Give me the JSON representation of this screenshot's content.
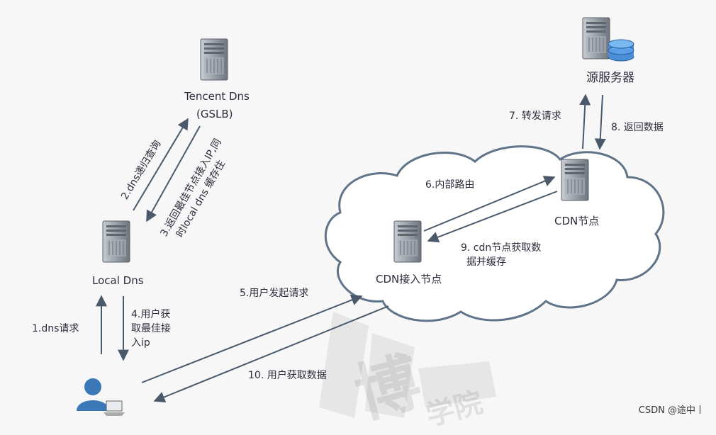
{
  "nodes": {
    "tencent_dns_line1": "Tencent Dns",
    "tencent_dns_line2": "(GSLB)",
    "origin_server": "源服务器",
    "cdn_node": "CDN节点",
    "cdn_access_node": "CDN接入节点",
    "local_dns": "Local Dns"
  },
  "steps": {
    "s1": "1.dns请求",
    "s2": "2.dns递归查询",
    "s3_line1": "3.返回最佳节点接入IP,同",
    "s3_line2": "时local dns 缓存住",
    "s4_line1": "4.用户获",
    "s4_line2": "取最佳接",
    "s4_line3": "入ip",
    "s5": "5.用户发起请求",
    "s6": "6.内部路由",
    "s7": "7. 转发请求",
    "s8": "8. 返回数据",
    "s9_line1": "9. cdn节点获取数",
    "s9_line2": "据并缓存",
    "s10": "10. 用户获取数据"
  },
  "watermark": {
    "big": "博",
    "small": "学院"
  },
  "credit": "CSDN @途中丨",
  "colors": {
    "arrow": "#4a5a6a",
    "cloud_stroke": "#5f7488",
    "server": "#8a8f98",
    "user": "#3a78b8",
    "db": "#4a8fd8"
  }
}
